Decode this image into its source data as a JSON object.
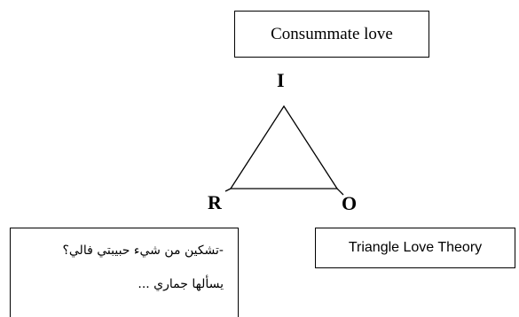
{
  "diagram": {
    "top_box_text": "Consummate love",
    "vertices": {
      "top": "I",
      "left": "R",
      "right": "O"
    },
    "right_box_text": "Triangle Love Theory",
    "left_box_lines": [
      "-تشكين من شيء حبيبتي فالي؟",
      "يسألها جماري ..."
    ]
  }
}
